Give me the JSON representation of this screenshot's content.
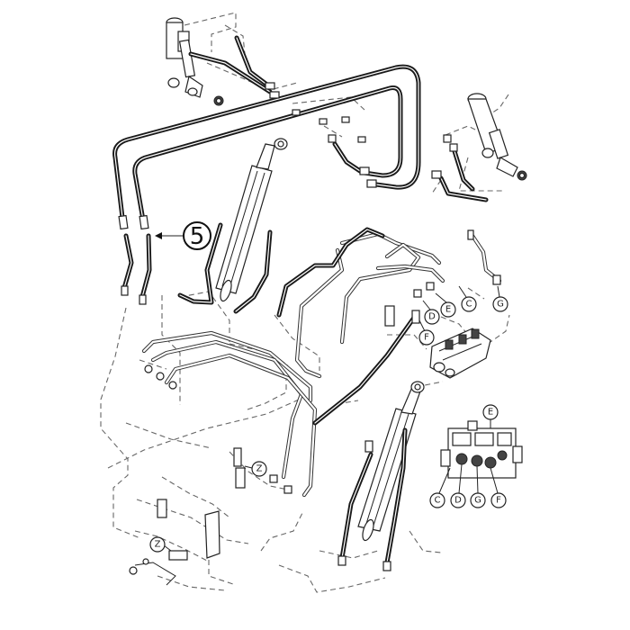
{
  "main_callout": {
    "label": "5"
  },
  "callouts": [
    {
      "id": "d1",
      "label": "D"
    },
    {
      "id": "e1",
      "label": "E"
    },
    {
      "id": "c1",
      "label": "C"
    },
    {
      "id": "g1",
      "label": "G"
    },
    {
      "id": "f1",
      "label": "F"
    },
    {
      "id": "z1",
      "label": "Z"
    },
    {
      "id": "z2",
      "label": "Z"
    },
    {
      "id": "e2",
      "label": "E"
    },
    {
      "id": "c2",
      "label": "C"
    },
    {
      "id": "d2",
      "label": "D"
    },
    {
      "id": "g2",
      "label": "G"
    },
    {
      "id": "f2",
      "label": "F"
    }
  ]
}
